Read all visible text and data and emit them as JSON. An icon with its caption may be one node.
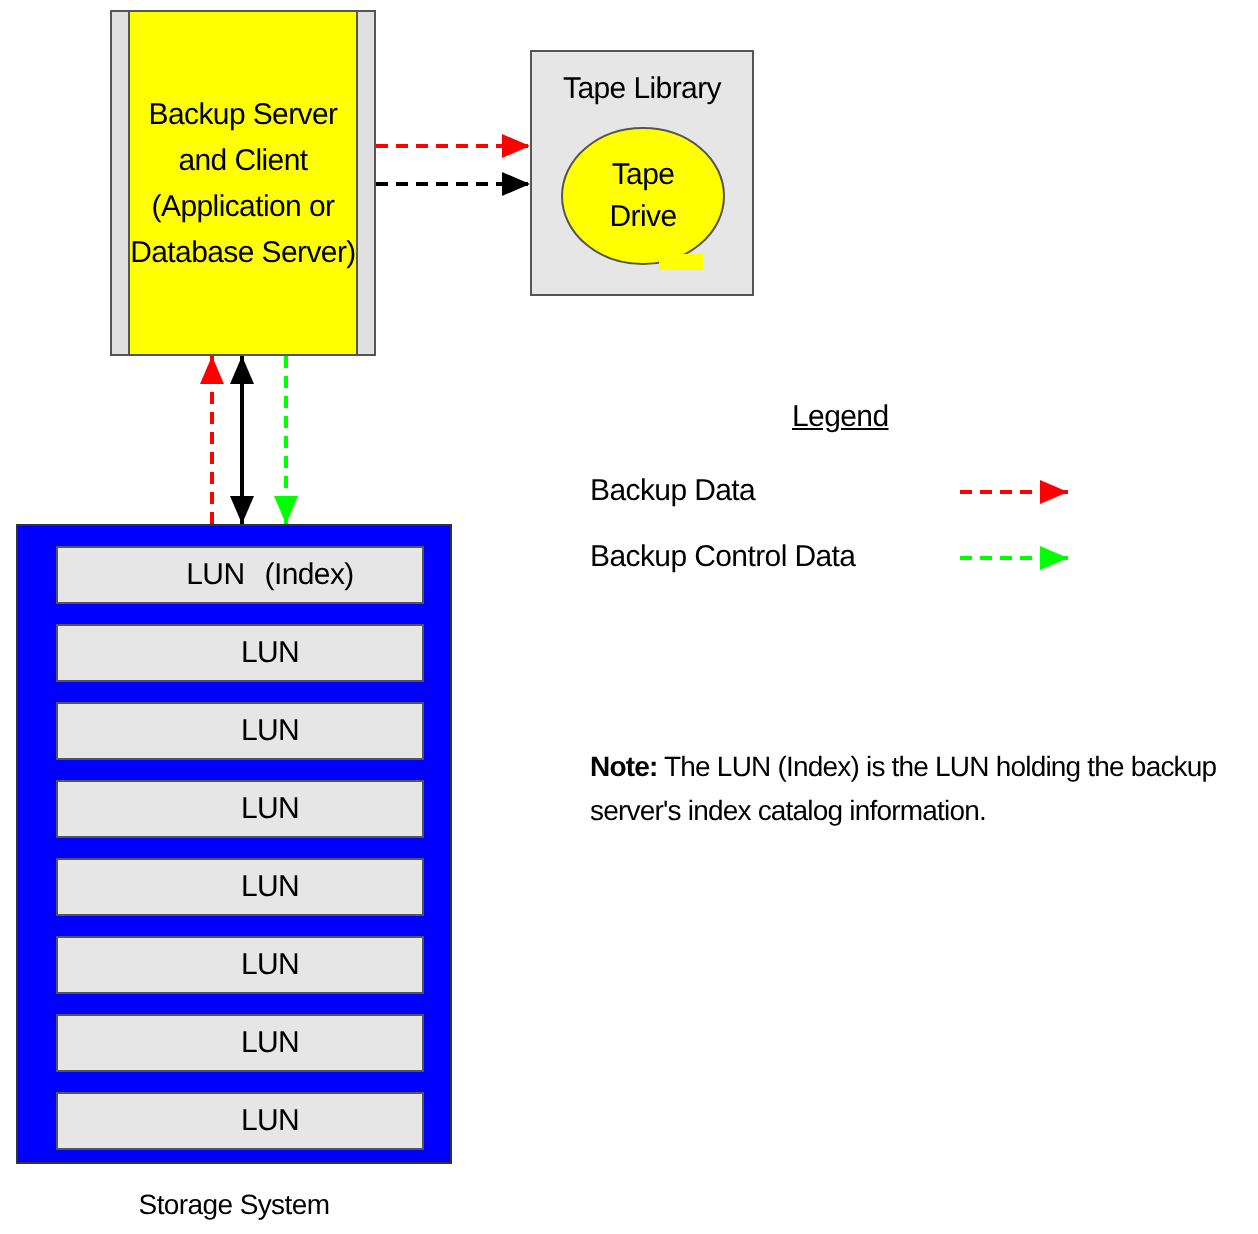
{
  "diagram": {
    "nodes": [
      {
        "text": [
          "Backup Server and Client (Application or Database Server)"
        ]
      },
      {
        "text": [
          "Tape Library"
        ]
      },
      {
        "text": [
          "Tape Drive"
        ],
        "in": 1
      },
      {
        "text": [
          "Storage System"
        ]
      },
      {
        "text": [
          "LUN",
          "(Index)"
        ],
        "in": 3
      },
      {
        "text": [
          "LUN"
        ],
        "in": 3
      },
      {
        "text": [
          "LUN"
        ],
        "in": 3
      },
      {
        "text": [
          "LUN"
        ],
        "in": 3
      },
      {
        "text": [
          "LUN"
        ],
        "in": 3
      },
      {
        "text": [
          "LUN"
        ],
        "in": 3
      },
      {
        "text": [
          "LUN"
        ],
        "in": 3
      },
      {
        "text": [
          "LUN"
        ],
        "in": 3
      }
    ],
    "edges": [
      {
        "from": 0,
        "to": 1,
        "arrow": "to",
        "style": "dashed",
        "color": "#ff0000"
      },
      {
        "from": 0,
        "to": 1,
        "arrow": "to",
        "style": "dashed",
        "color": "#000000"
      },
      {
        "from": 3,
        "to": 0,
        "arrow": "to",
        "style": "dashed",
        "color": "#ff0000"
      },
      {
        "from": 0,
        "to": 3,
        "arrow": "both",
        "color": "#000000"
      },
      {
        "from": 0,
        "to": 3,
        "arrow": "to",
        "style": "dashed",
        "color": "#00ff00"
      }
    ],
    "labels": [
      "Legend",
      "**Note:** The LUN (Index) is the LUN holding the backup server's index catalog information."
    ],
    "legend": [
      {
        "text": "Backup Data"
      },
      {
        "text": "Backup Control Data"
      }
    ]
  }
}
